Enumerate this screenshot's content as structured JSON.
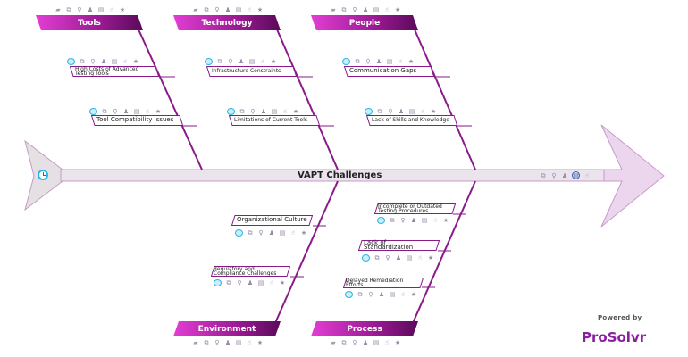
{
  "diagram": {
    "title": "VAPT Challenges",
    "type": "fishbone",
    "colors": {
      "bone": "#8a1a8a",
      "header_gradient_start": "#e040d0",
      "header_gradient_end": "#5a0a5a",
      "spine_fill": "#ece0ec",
      "arrow_head_fill": "#ecd8ee",
      "tail_fill": "#e4e0e4",
      "folder_icon": "#29b7e6"
    },
    "icon_set": [
      "folder-icon",
      "external-link-icon",
      "lightbulb-icon",
      "user-icon",
      "document-icon",
      "hand-pointer-icon",
      "star-icon"
    ],
    "head_icons": [
      "external-link-icon",
      "lightbulb-icon",
      "user-icon",
      "document-icon",
      "hand-pointer-icon"
    ],
    "tail_icon": "clock-icon",
    "categories": {
      "top": [
        {
          "label": "Tools",
          "causes": [
            "High Costs of Advanced Testing Tools",
            "Tool Compatibility Issues"
          ]
        },
        {
          "label": "Technology",
          "causes": [
            "Infrastructure Constraints",
            "Limitations of Current Tools"
          ]
        },
        {
          "label": "People",
          "causes": [
            "Communication Gaps",
            "Lack of Skills and Knowledge"
          ]
        }
      ],
      "bottom": [
        {
          "label": "Environment",
          "causes": [
            "Organizational Culture",
            "Regulatory and Compliance Challenges"
          ]
        },
        {
          "label": "Process",
          "causes": [
            "Incomplete or Outdated Testing Procedures",
            "Lack of Standardization",
            "Delayed Remediation Efforts"
          ]
        }
      ]
    }
  },
  "footer": {
    "powered_by": "Powered by",
    "brand": "ProSolvr"
  }
}
